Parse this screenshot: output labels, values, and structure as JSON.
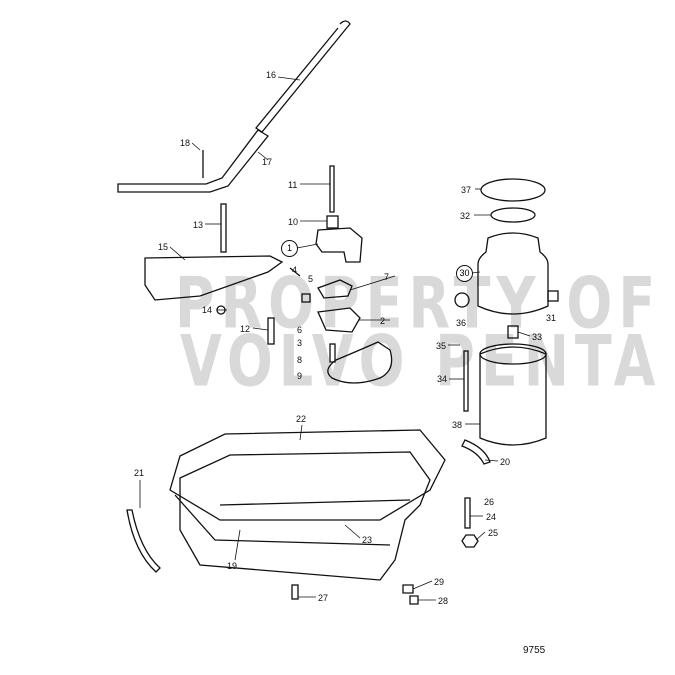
{
  "watermark": {
    "line1": "PROPERTY OF",
    "line2": "VOLVO PENTA"
  },
  "figure_number": "9755",
  "callouts": {
    "p1": "1",
    "p2": "2",
    "p3": "3",
    "p4": "4",
    "p5": "5",
    "p6": "6",
    "p7": "7",
    "p8": "8",
    "p9": "9",
    "p10": "10",
    "p11": "11",
    "p12": "12",
    "p13": "13",
    "p14": "14",
    "p15": "15",
    "p16": "16",
    "p17": "17",
    "p18": "18",
    "p19": "19",
    "p20": "20",
    "p21": "21",
    "p22": "22",
    "p23": "23",
    "p24": "24",
    "p25": "25",
    "p26": "26",
    "p27": "27",
    "p28": "28",
    "p29": "29",
    "p30": "30",
    "p31": "31",
    "p32": "32",
    "p33": "33",
    "p34": "34",
    "p35": "35",
    "p36": "36",
    "p37": "37",
    "p38": "38"
  },
  "colors": {
    "line": "#111111",
    "watermark": "#aaaaaa",
    "background": "#ffffff"
  }
}
